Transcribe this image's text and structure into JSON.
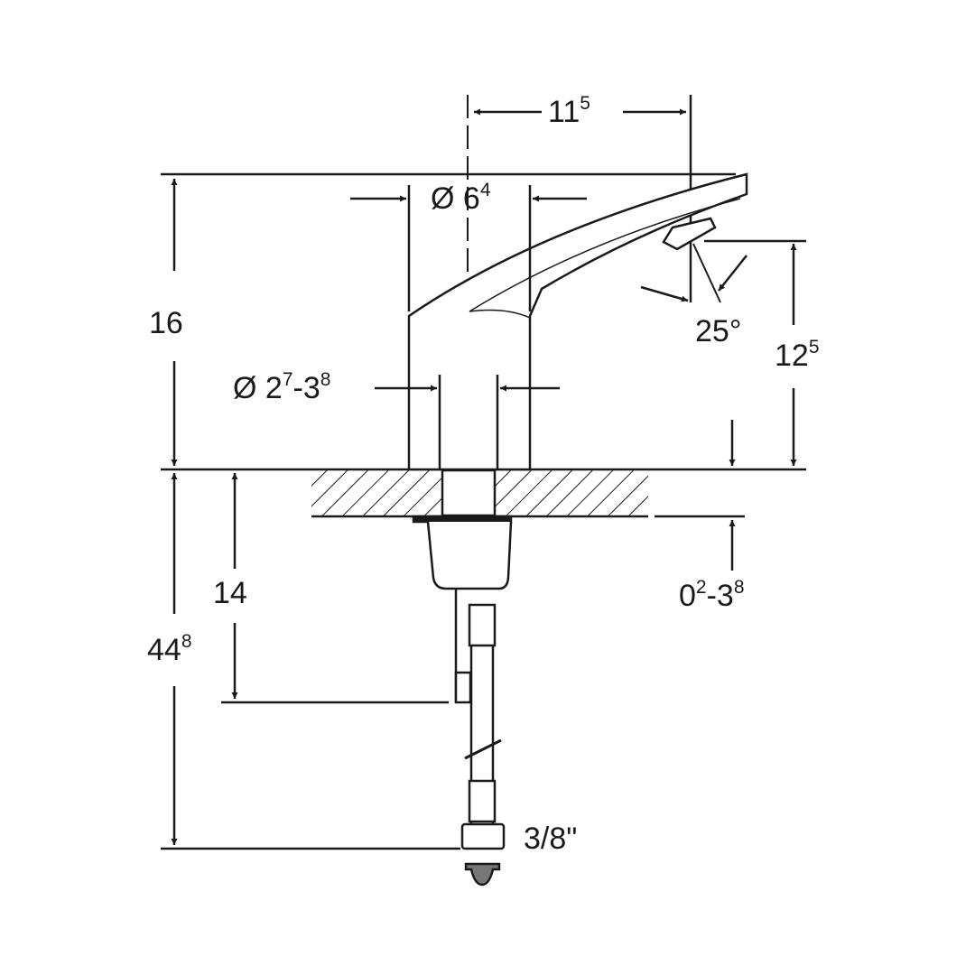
{
  "dimensions": {
    "spout_reach": {
      "base": "11",
      "sup": "5"
    },
    "body_diameter": {
      "prefix": "Ø ",
      "base": "6",
      "sup": "4"
    },
    "height": {
      "base": "16"
    },
    "hole_diameter": {
      "prefix": "Ø ",
      "base": "2",
      "sup": "7",
      "mid": "-3",
      "sup2": "8"
    },
    "outlet_height": {
      "base": "12",
      "sup": "5"
    },
    "angle": {
      "base": "25°"
    },
    "counter_thickness": {
      "base": "0",
      "sup": "2",
      "mid": "-3",
      "sup2": "8"
    },
    "below_counter_short": {
      "base": "14"
    },
    "below_counter_total": {
      "base": "44",
      "sup": "8"
    },
    "connection": {
      "base": "3/8\""
    }
  },
  "colors": {
    "line": "#1a1a1a",
    "background": "#ffffff"
  }
}
